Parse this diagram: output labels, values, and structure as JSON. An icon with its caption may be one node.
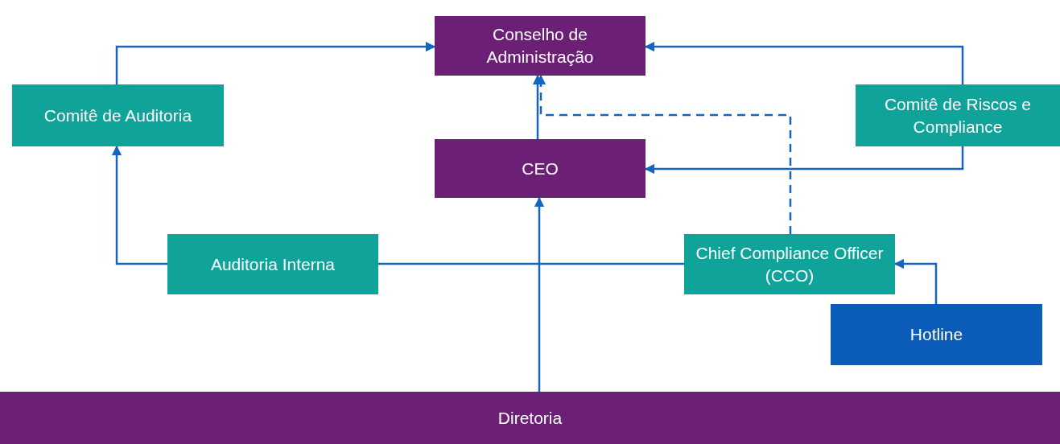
{
  "diagram": {
    "nodes": [
      {
        "text": [
          "Conselho de Administração"
        ]
      },
      {
        "text": [
          "Comitê de Auditoria"
        ]
      },
      {
        "text": [
          "Comitê de Riscos e Compliance"
        ]
      },
      {
        "text": [
          "CEO"
        ]
      },
      {
        "text": [
          "Auditoria Interna"
        ]
      },
      {
        "text": [
          "Chief Compliance Officer (CCO)"
        ]
      },
      {
        "text": [
          "Hotline"
        ]
      },
      {
        "text": [
          "Diretoria"
        ]
      }
    ],
    "edges": [
      {
        "from": 1,
        "to": 0,
        "arrow": "to"
      },
      {
        "from": 2,
        "to": 0,
        "arrow": "to"
      },
      {
        "from": 2,
        "to": 3,
        "arrow": "to"
      },
      {
        "from": 3,
        "to": 0,
        "arrow": "to"
      },
      {
        "from": 7,
        "to": 3,
        "arrow": "to"
      },
      {
        "from": 4,
        "to": 1,
        "arrow": "to"
      },
      {
        "from": 4,
        "to": 5,
        "arrow": "none"
      },
      {
        "from": 5,
        "to": 0,
        "arrow": "to",
        "style": "dashed"
      },
      {
        "from": 6,
        "to": 5,
        "arrow": "to"
      }
    ]
  }
}
